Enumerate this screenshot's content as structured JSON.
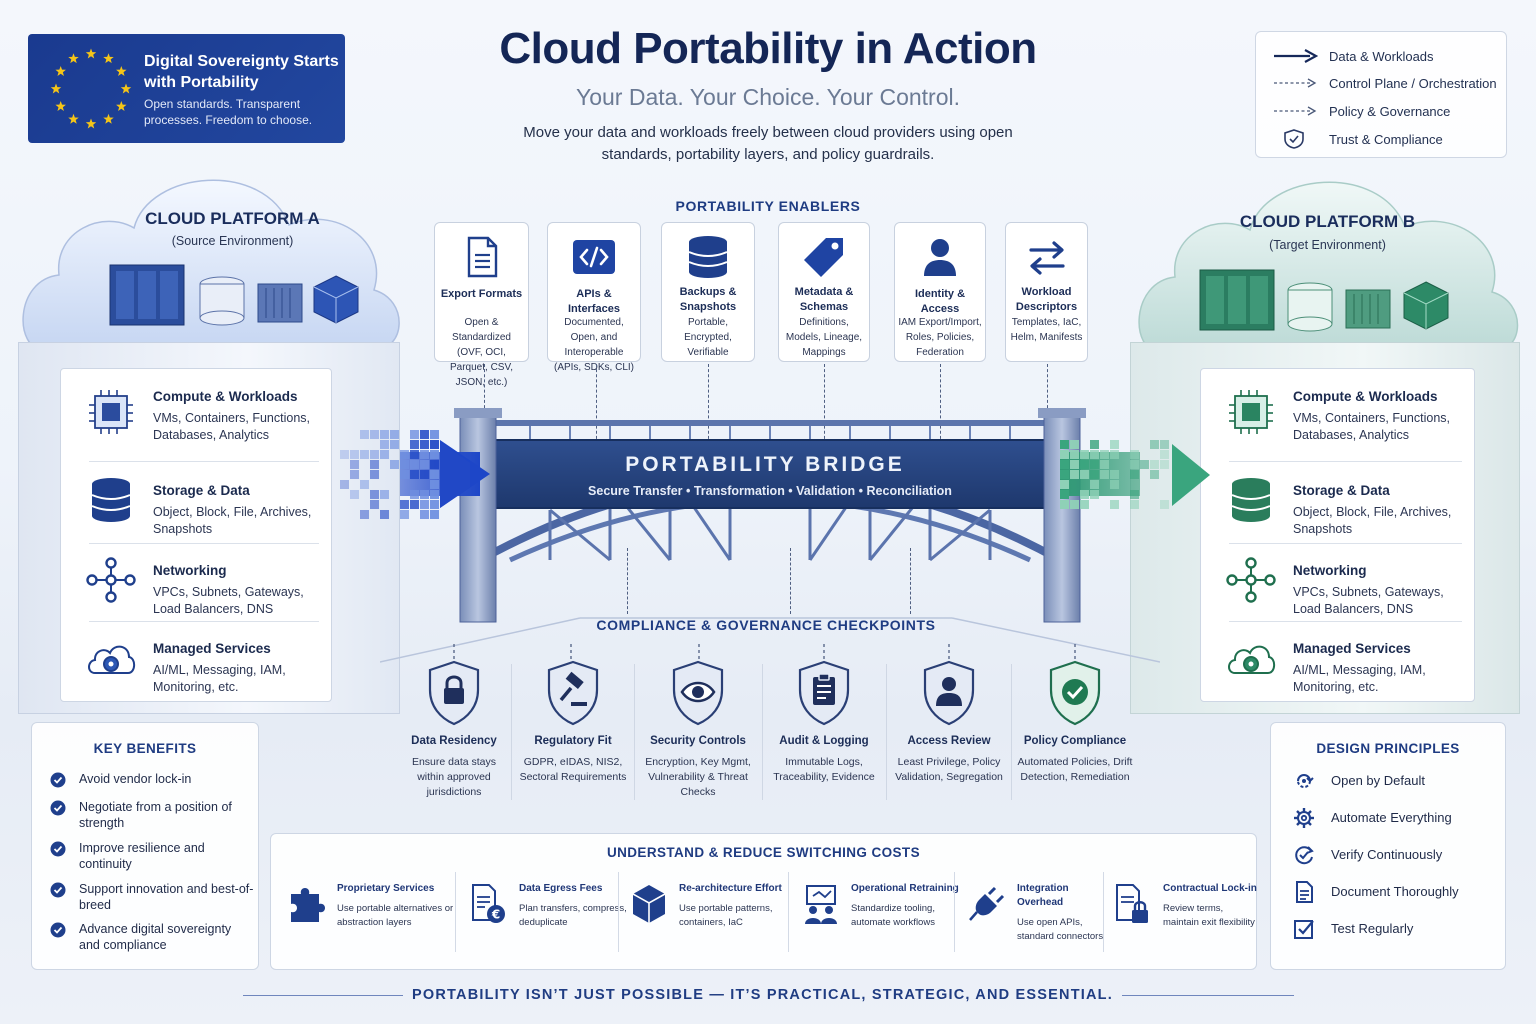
{
  "badge": {
    "title": "Digital Sovereignty Starts with Portability",
    "subtitle": "Open standards. Transparent processes. Freedom to choose.",
    "colors": {
      "background": "#1f4298",
      "stars": "#f5c518"
    }
  },
  "header": {
    "title": "Cloud Portability in Action",
    "subtitle": "Your Data. Your Choice. Your Control.",
    "description": "Move your data and workloads freely between cloud providers using open standards, portability layers, and policy guardrails."
  },
  "legend": [
    {
      "label": "Data & Workloads",
      "style": "solid",
      "icon": "arrow-icon"
    },
    {
      "label": "Control Plane / Orchestration",
      "style": "dashed",
      "icon": "dashed-arrow-icon"
    },
    {
      "label": "Policy & Governance",
      "style": "dashed",
      "icon": "dashed-arrow-icon"
    },
    {
      "label": "Trust & Compliance",
      "style": "shield",
      "icon": "shield-check-icon"
    }
  ],
  "platform_a": {
    "title": "CLOUD PLATFORM A",
    "subtitle": "(Source Environment)",
    "accent": "#1d3f94",
    "resources": [
      {
        "title": "Compute & Workloads",
        "desc": "VMs, Containers, Functions, Databases, Analytics",
        "icon": "cpu-chip-icon"
      },
      {
        "title": "Storage & Data",
        "desc": "Object, Block, File, Archives, Snapshots",
        "icon": "database-icon"
      },
      {
        "title": "Networking",
        "desc": "VPCs, Subnets, Gateways, Load Balancers, DNS",
        "icon": "network-icon"
      },
      {
        "title": "Managed Services",
        "desc": "AI/ML, Messaging, IAM, Monitoring, etc.",
        "icon": "cloud-gear-icon"
      }
    ]
  },
  "platform_b": {
    "title": "CLOUD PLATFORM B",
    "subtitle": "(Target Environment)",
    "accent": "#1f6f4e",
    "resources": [
      {
        "title": "Compute & Workloads",
        "desc": "VMs, Containers, Functions, Databases, Analytics",
        "icon": "cpu-chip-icon"
      },
      {
        "title": "Storage & Data",
        "desc": "Object, Block, File, Archives, Snapshots",
        "icon": "database-icon"
      },
      {
        "title": "Networking",
        "desc": "VPCs, Subnets, Gateways, Load Balancers, DNS",
        "icon": "network-icon"
      },
      {
        "title": "Managed Services",
        "desc": "AI/ML, Messaging, IAM, Monitoring, etc.",
        "icon": "cloud-gear-icon"
      }
    ]
  },
  "enablers": {
    "title": "PORTABILITY ENABLERS",
    "items": [
      {
        "title": "Export Formats",
        "desc": "Open & Standardized (OVF, OCI, Parquet, CSV, JSON, etc.)",
        "icon": "document-icon"
      },
      {
        "title": "APIs & Interfaces",
        "desc": "Documented, Open, and Interoperable (APIs, SDKs, CLI)",
        "icon": "code-icon"
      },
      {
        "title": "Backups & Snapshots",
        "desc": "Portable, Encrypted, Verifiable",
        "icon": "database-icon"
      },
      {
        "title": "Metadata & Schemas",
        "desc": "Definitions, Models, Lineage, Mappings",
        "icon": "tag-icon"
      },
      {
        "title": "Identity & Access",
        "desc": "IAM Export/Import, Roles, Policies, Federation",
        "icon": "user-icon"
      },
      {
        "title": "Workload Descriptors",
        "desc": "Templates, IaC, Helm, Manifests",
        "icon": "swap-arrows-icon"
      }
    ]
  },
  "bridge": {
    "title": "PORTABILITY BRIDGE",
    "subtitle": "Secure Transfer  •  Transformation  •  Validation  •  Reconciliation"
  },
  "compliance": {
    "title": "COMPLIANCE & GOVERNANCE CHECKPOINTS",
    "items": [
      {
        "title": "Data Residency",
        "desc": "Ensure data stays within approved jurisdictions",
        "icon": "lock-shield-icon"
      },
      {
        "title": "Regulatory Fit",
        "desc": "GDPR, eIDAS, NIS2, Sectoral Requirements",
        "icon": "gavel-shield-icon"
      },
      {
        "title": "Security Controls",
        "desc": "Encryption, Key Mgmt, Vulnerability & Threat Checks",
        "icon": "eye-shield-icon"
      },
      {
        "title": "Audit & Logging",
        "desc": "Immutable Logs, Traceability, Evidence",
        "icon": "clipboard-shield-icon"
      },
      {
        "title": "Access Review",
        "desc": "Least Privilege, Policy Validation, Segregation",
        "icon": "user-shield-icon"
      },
      {
        "title": "Policy Compliance",
        "desc": "Automated Policies, Drift Detection, Remediation",
        "icon": "check-shield-icon"
      }
    ]
  },
  "benefits": {
    "title": "KEY BENEFITS",
    "items": [
      "Avoid vendor lock-in",
      "Negotiate from a position of strength",
      "Improve resilience and continuity",
      "Support innovation and best-of-breed",
      "Advance digital sovereignty and compliance"
    ]
  },
  "principles": {
    "title": "DESIGN PRINCIPLES",
    "items": [
      {
        "label": "Open by Default",
        "icon": "open-arrows-icon"
      },
      {
        "label": "Automate Everything",
        "icon": "gear-icon"
      },
      {
        "label": "Verify Continuously",
        "icon": "refresh-check-icon"
      },
      {
        "label": "Document Thoroughly",
        "icon": "document-icon"
      },
      {
        "label": "Test Regularly",
        "icon": "checkbox-icon"
      }
    ]
  },
  "costs": {
    "title": "UNDERSTAND & REDUCE SWITCHING COSTS",
    "items": [
      {
        "title": "Proprietary Services",
        "desc": "Use portable alternatives or abstraction layers",
        "icon": "puzzle-icon"
      },
      {
        "title": "Data Egress Fees",
        "desc": "Plan transfers, compress, deduplicate",
        "icon": "euro-document-icon"
      },
      {
        "title": "Re-architecture Effort",
        "desc": "Use portable patterns, containers, IaC",
        "icon": "cube-icon"
      },
      {
        "title": "Operational Retraining",
        "desc": "Standardize tooling, automate workflows",
        "icon": "training-icon"
      },
      {
        "title": "Integration Overhead",
        "desc": "Use open APIs, standard connectors",
        "icon": "plug-icon"
      },
      {
        "title": "Contractual Lock-in",
        "desc": "Review terms, maintain exit flexibility",
        "icon": "lock-document-icon"
      }
    ]
  },
  "footer": "PORTABILITY ISN’T JUST POSSIBLE — IT’S PRACTICAL, STRATEGIC, AND ESSENTIAL."
}
